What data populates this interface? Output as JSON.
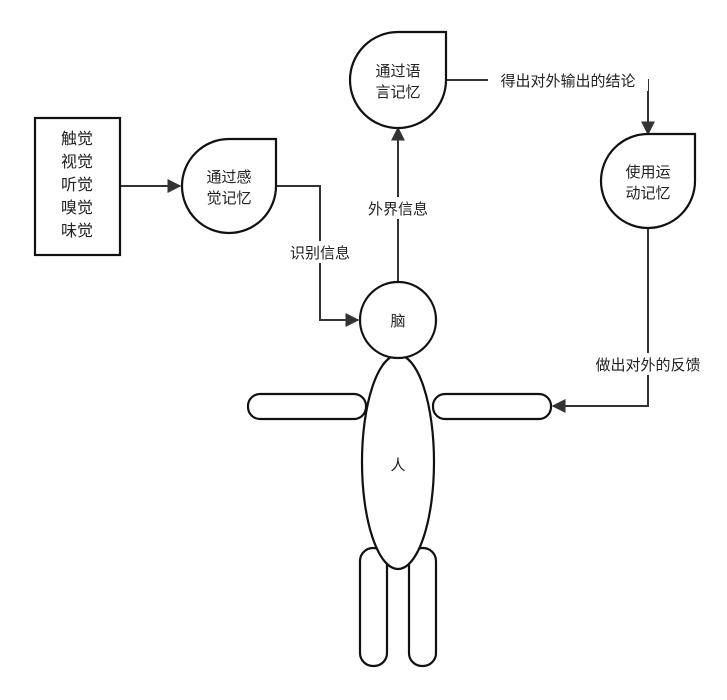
{
  "senses": {
    "lines": [
      "触觉",
      "视觉",
      "听觉",
      "嗅觉",
      "味觉"
    ]
  },
  "nodes": {
    "sensory_memory": [
      "通过感",
      "觉记忆"
    ],
    "language_memory": [
      "通过语",
      "言记忆"
    ],
    "motor_memory": [
      "使用运",
      "动记忆"
    ],
    "brain": "脑",
    "person": "人"
  },
  "edges": {
    "identify_info": "识别信息",
    "external_info": "外界信息",
    "output_conclusion": "得出对外输出的结论",
    "external_feedback": "做出对外的反馈"
  },
  "colors": {
    "stroke": "#111111",
    "connector": "#333333",
    "text": "#222222",
    "background": "#ffffff"
  }
}
